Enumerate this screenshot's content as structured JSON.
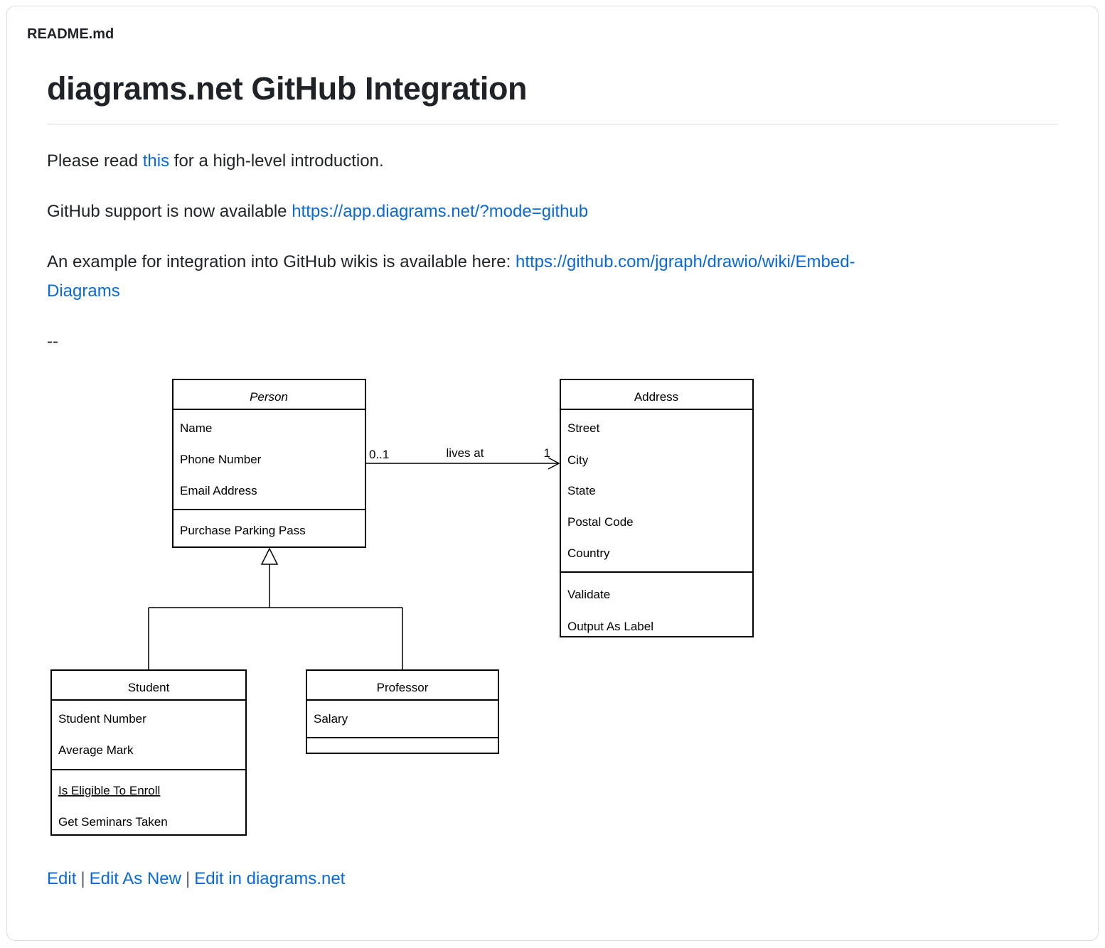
{
  "header": {
    "filename": "README.md"
  },
  "article": {
    "title": "diagrams.net GitHub Integration",
    "intro": {
      "pre": "Please read ",
      "link_text": "this",
      "post": " for a high-level introduction."
    },
    "support": {
      "pre": "GitHub support is now available ",
      "link_text": "https://app.diagrams.net/?mode=github"
    },
    "example": {
      "pre": "An example for integration into GitHub wikis is available here: ",
      "link_text_line1": "https://github.com/jgraph/drawio/wiki/Embed-",
      "link_text_line2": "Diagrams",
      "link_text_full": "https://github.com/jgraph/drawio/wiki/Embed-Diagrams"
    },
    "dashes": "--"
  },
  "diagram": {
    "classes": [
      {
        "name": "Person",
        "abstract": true,
        "attributes": [
          "Name",
          "Phone Number",
          "Email Address"
        ],
        "methods": [
          "Purchase Parking Pass"
        ]
      },
      {
        "name": "Address",
        "abstract": false,
        "attributes": [
          "Street",
          "City",
          "State",
          "Postal Code",
          "Country"
        ],
        "methods": [
          "Validate",
          "Output As Label"
        ]
      },
      {
        "name": "Student",
        "abstract": false,
        "attributes": [
          "Student Number",
          "Average Mark"
        ],
        "methods": [
          "Is Eligible To Enroll",
          "Get Seminars Taken"
        ],
        "static_methods": [
          "Is Eligible To Enroll"
        ]
      },
      {
        "name": "Professor",
        "abstract": false,
        "attributes": [
          "Salary"
        ],
        "methods": []
      }
    ],
    "associations": [
      {
        "from": "Person",
        "to": "Address",
        "label": "lives at",
        "from_multiplicity": "0..1",
        "to_multiplicity": "1"
      }
    ],
    "generalizations": [
      {
        "parent": "Person",
        "children": [
          "Student",
          "Professor"
        ]
      }
    ]
  },
  "footer": {
    "links": [
      "Edit",
      "Edit As New",
      "Edit in diagrams.net"
    ],
    "separator": "|"
  },
  "colors": {
    "text": "#1f2328",
    "link": "#0969da",
    "card_border": "#d8dee4",
    "title_rule": "#eceef1",
    "diagram_stroke": "#000000"
  }
}
